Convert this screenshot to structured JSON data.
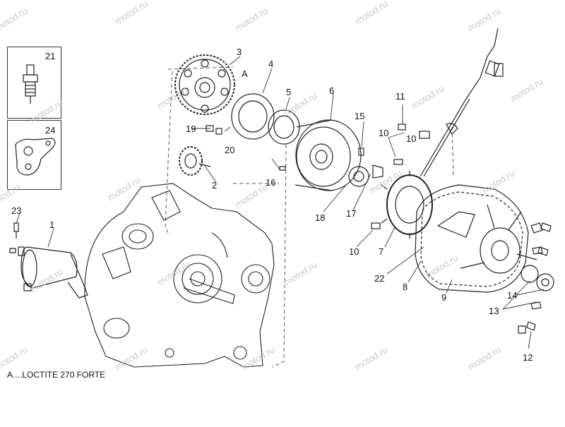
{
  "watermark": "motod.ru",
  "callouts": [
    "21",
    "24",
    "23",
    "1",
    "3",
    "4",
    "5",
    "6",
    "19",
    "20",
    "A",
    "2",
    "16",
    "15",
    "18",
    "17",
    "10",
    "11",
    "10",
    "10",
    "7",
    "22",
    "8",
    "9",
    "13",
    "14",
    "12"
  ],
  "note": "A....LOCTITE 270 FORTE"
}
